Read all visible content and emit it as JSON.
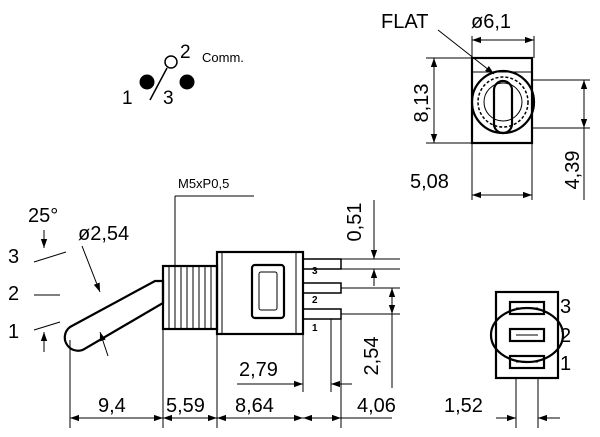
{
  "schematic": {
    "pin2_label": "2",
    "comm_label": "Comm.",
    "pin1_label": "1",
    "pin3_label": "3"
  },
  "top_view": {
    "flat_label": "FLAT",
    "diameter": "ø6,1",
    "height": "8,13",
    "width": "5,08",
    "depth": "4,39"
  },
  "side_view": {
    "thread": "M5xP0,5",
    "angle": "25°",
    "lever_diameter": "ø2,54",
    "pos3": "3",
    "pos2": "2",
    "pos1": "1",
    "pin_gap": "0,51",
    "pin_spacing": "2,54",
    "pin_offset": "2,79",
    "len_lever": "9,4",
    "len_bushing": "5,59",
    "len_body": "8,64",
    "len_pins": "4,06",
    "term3": "3",
    "term2": "2",
    "term1": "1"
  },
  "bottom_view": {
    "pin_width": "1,52",
    "pin3": "3",
    "pin2": "2",
    "pin1": "1"
  }
}
